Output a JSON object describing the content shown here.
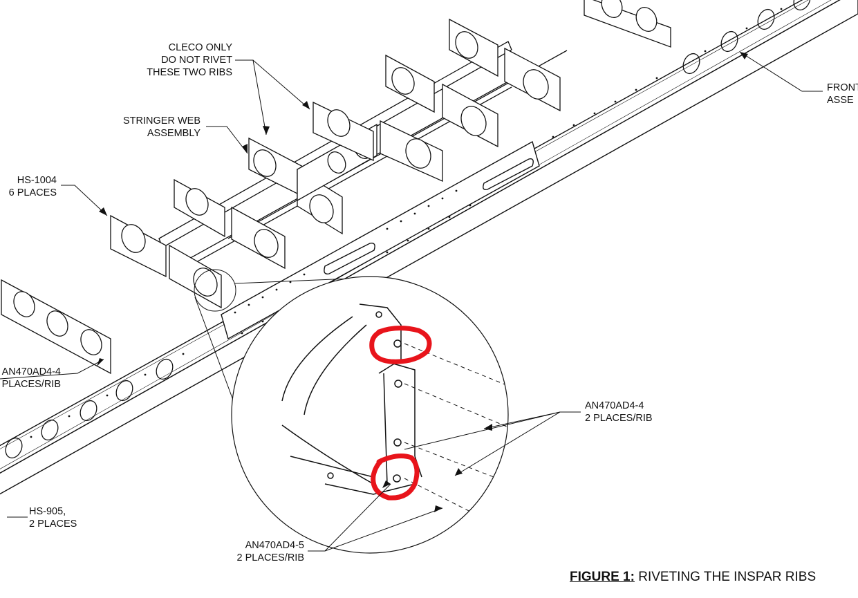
{
  "callouts": {
    "cleco": [
      "CLECO ONLY",
      "DO NOT RIVET",
      "THESE TWO RIBS"
    ],
    "stringer": [
      "STRINGER WEB",
      "ASSEMBLY"
    ],
    "hs1004": [
      "HS-1004",
      "6 PLACES"
    ],
    "an4_left": [
      "AN470AD4-4",
      "PLACES/RIB"
    ],
    "hs905": [
      "HS-905,",
      "2 PLACES"
    ],
    "an5": [
      "AN470AD4-5",
      "2 PLACES/RIB"
    ],
    "an4_right": [
      "AN470AD4-4",
      "2 PLACES/RIB"
    ],
    "front": [
      "FRONT",
      "ASSE"
    ]
  },
  "caption": {
    "figure": "FIGURE 1:",
    "title": "RIVETING THE INSPAR RIBS"
  },
  "colors": {
    "ink": "#111111",
    "highlight": "#e8141b"
  }
}
